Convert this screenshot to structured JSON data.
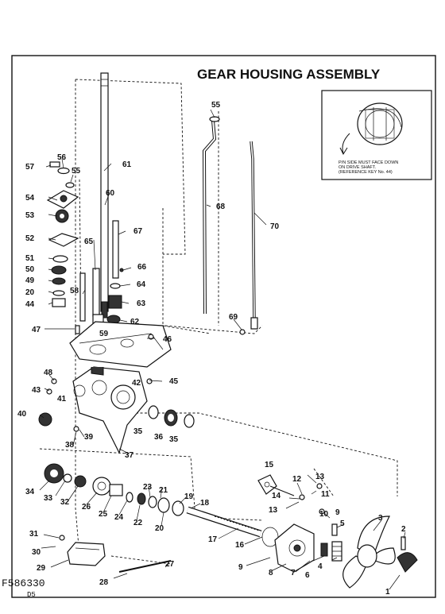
{
  "diagram": {
    "title": "GEAR HOUSING ASSEMBLY",
    "inset_note": [
      "P/N SIDE MUST FACE DOWN",
      "ON DRIVE SHAFT.",
      "(REFERENCE KEY No. 44)"
    ],
    "drawing_code": "F586330",
    "drawing_subcode": "D5"
  },
  "callouts": {
    "n1": "1",
    "n2": "2",
    "n3": "3",
    "n4": "4",
    "n5": "5",
    "n6": "6",
    "n7": "7",
    "n8": "8",
    "n9a": "9",
    "n9b": "9",
    "n10": "10",
    "n11": "11",
    "n12": "12",
    "n13a": "13",
    "n13b": "13",
    "n14": "14",
    "n15": "15",
    "n16": "16",
    "n17": "17",
    "n18": "18",
    "n19": "19",
    "n20a": "20",
    "n20b": "20",
    "n21": "21",
    "n22": "22",
    "n23": "23",
    "n24": "24",
    "n25": "25",
    "n26": "26",
    "n27": "27",
    "n28": "28",
    "n29": "29",
    "n30": "30",
    "n31": "31",
    "n32": "32",
    "n33": "33",
    "n34": "34",
    "n35a": "35",
    "n35b": "35",
    "n36": "36",
    "n37": "37",
    "n38": "38",
    "n39": "39",
    "n40": "40",
    "n41": "41",
    "n42": "42",
    "n43": "43",
    "n44": "44",
    "n45": "45",
    "n46": "46",
    "n47": "47",
    "n48": "48",
    "n49": "49",
    "n50": "50",
    "n51": "51",
    "n52": "52",
    "n53": "53",
    "n54": "54",
    "n55a": "55",
    "n55b": "55",
    "n56": "56",
    "n57": "57",
    "n58": "58",
    "n59": "59",
    "n60": "60",
    "n61": "61",
    "n62": "62",
    "n63": "63",
    "n64": "64",
    "n65": "65",
    "n66": "66",
    "n67": "67",
    "n68": "68",
    "n69": "69",
    "n70": "70"
  }
}
